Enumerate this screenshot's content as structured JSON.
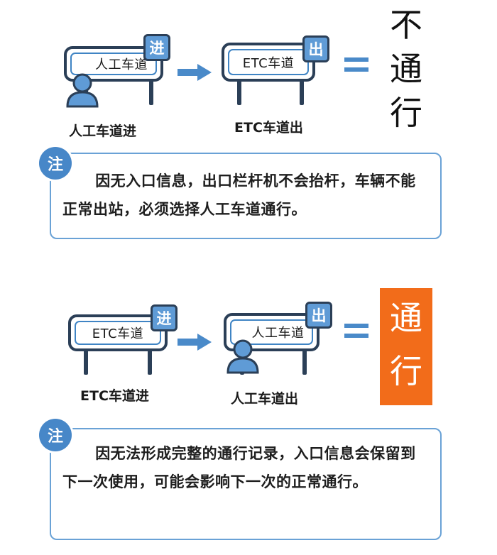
{
  "scenario_fail": {
    "entry_sign": "人工车道",
    "entry_tag": "进",
    "entry_caption": "人工车道进",
    "exit_sign": "ETC车道",
    "exit_tag": "出",
    "exit_caption": "ETC车道出",
    "result_chars": [
      "不",
      "通",
      "行"
    ],
    "note_badge": "注",
    "note_text": "因无入口信息，出口栏杆机不会抬杆，车辆不能正常出站，必须选择人工车道通行。"
  },
  "scenario_pass": {
    "entry_sign": "ETC车道",
    "entry_tag": "进",
    "entry_caption": "ETC车道进",
    "exit_sign": "人工车道",
    "exit_tag": "出",
    "exit_caption": "人工车道出",
    "result_chars": [
      "通",
      "行"
    ],
    "note_badge": "注",
    "note_text": "因无法形成完整的通行记录，入口信息会保留到下一次使用，可能会影响下一次的正常通行。"
  },
  "colors": {
    "sign_border": "#2b3f57",
    "sign_inner": "#3f84c4",
    "tag_fill": "#5f9bd6",
    "arrow": "#4a8ac9",
    "result_pass_bg": "#f26c1a",
    "note_border": "#6aa2d6",
    "badge_fill": "#4787c8"
  },
  "icons": {
    "person": "person-icon",
    "arrow": "arrow-right-icon",
    "equals": "equals-icon"
  }
}
